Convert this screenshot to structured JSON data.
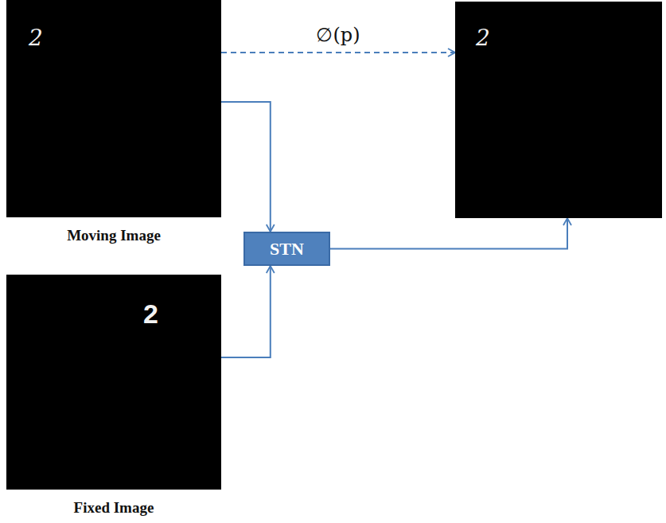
{
  "diagram": {
    "nodes": [
      {
        "text": [
          "2",
          "Moving Image"
        ]
      },
      {
        "text": [
          "2"
        ]
      },
      {
        "text": [
          "STN"
        ]
      },
      {
        "text": [
          "2",
          "Fixed Image"
        ]
      }
    ],
    "edges": [
      {
        "from": 0,
        "to": 1,
        "arrow": "to",
        "label": "∅(p)"
      },
      {
        "from": 0,
        "to": 2,
        "arrow": "to"
      },
      {
        "from": 3,
        "to": 2,
        "arrow": "to"
      },
      {
        "from": 2,
        "to": 1,
        "arrow": "to"
      }
    ]
  }
}
